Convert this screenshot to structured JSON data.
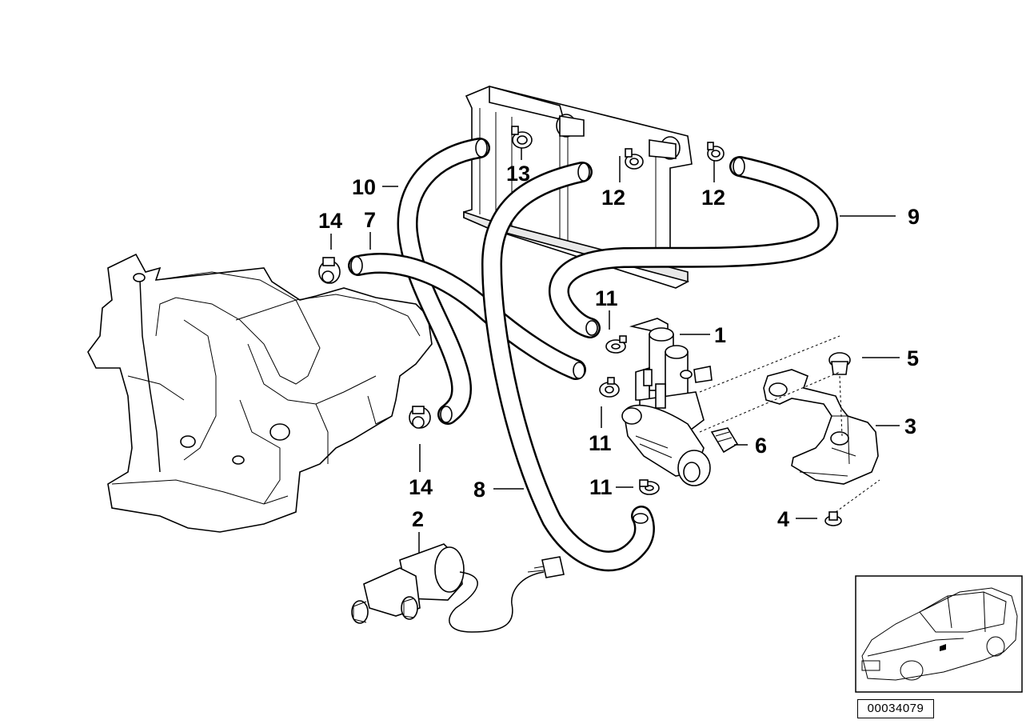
{
  "callouts": {
    "c1": "1",
    "c2": "2",
    "c3": "3",
    "c4": "4",
    "c5": "5",
    "c6": "6",
    "c7": "7",
    "c8": "8",
    "c9": "9",
    "c10": "10",
    "c11a": "11",
    "c11b": "11",
    "c11c": "11",
    "c12a": "12",
    "c12b": "12",
    "c13": "13",
    "c14a": "14",
    "c14b": "14"
  },
  "doc_number": "00034079"
}
